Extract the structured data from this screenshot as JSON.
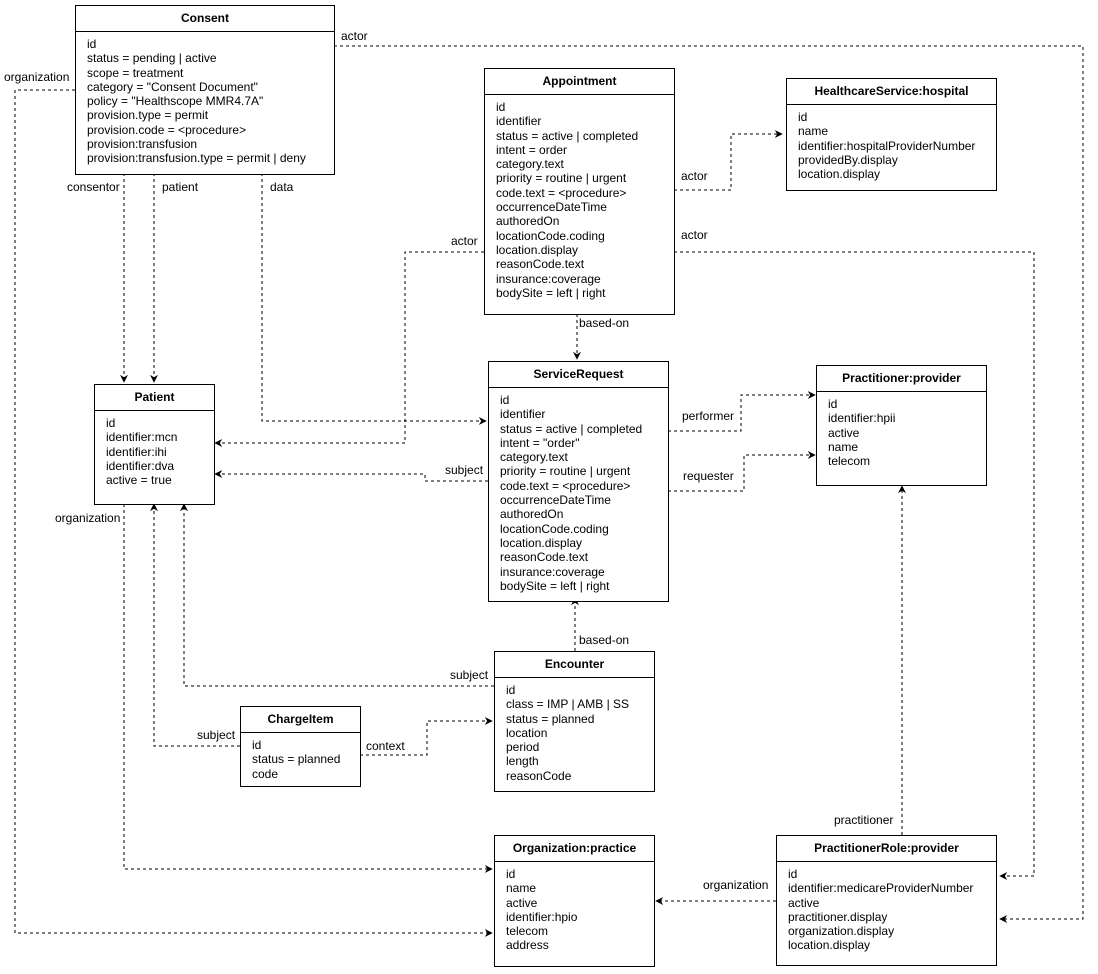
{
  "entities": {
    "consent": {
      "title": "Consent",
      "fields": [
        "id",
        "status = pending | active",
        "scope = treatment",
        "category = \"Consent Document\"",
        "policy = \"Healthscope MMR4.7A\"",
        "provision.type = permit",
        "provision.code = <procedure>",
        "provision:transfusion",
        "provision:transfusion.type = permit | deny"
      ]
    },
    "appointment": {
      "title": "Appointment",
      "fields": [
        "id",
        "identifier",
        "status = active | completed",
        "intent = order",
        "category.text",
        "priority = routine | urgent",
        "code.text = <procedure>",
        "occurrenceDateTime",
        "authoredOn",
        "locationCode.coding",
        "location.display",
        "reasonCode.text",
        "insurance:coverage",
        "bodySite = left | right"
      ]
    },
    "healthcare_service": {
      "title": "HealthcareService:hospital",
      "fields": [
        "id",
        "name",
        "identifier:hospitalProviderNumber",
        "providedBy.display",
        "location.display"
      ]
    },
    "patient": {
      "title": "Patient",
      "fields": [
        "id",
        "identifier:mcn",
        "identifier:ihi",
        "identifier:dva",
        "active = true"
      ]
    },
    "service_request": {
      "title": "ServiceRequest",
      "fields": [
        "id",
        "identifier",
        "status = active | completed",
        "intent = \"order\"",
        "category.text",
        "priority = routine | urgent",
        "code.text = <procedure>",
        "occurrenceDateTime",
        "authoredOn",
        "locationCode.coding",
        "location.display",
        "reasonCode.text",
        "insurance:coverage",
        "bodySite = left | right"
      ]
    },
    "practitioner": {
      "title": "Practitioner:provider",
      "fields": [
        "id",
        "identifier:hpii",
        "active",
        "name",
        "telecom"
      ]
    },
    "encounter": {
      "title": "Encounter",
      "fields": [
        "id",
        "class = IMP | AMB | SS",
        "status = planned",
        "location",
        "period",
        "length",
        "reasonCode"
      ]
    },
    "charge_item": {
      "title": "ChargeItem",
      "fields": [
        "id",
        "status = planned",
        "code"
      ]
    },
    "organization": {
      "title": "Organization:practice",
      "fields": [
        "id",
        "name",
        "active",
        "identifier:hpio",
        "telecom",
        "address"
      ]
    },
    "practitioner_role": {
      "title": "PractitionerRole:provider",
      "fields": [
        "id",
        "identifier:medicareProviderNumber",
        "active",
        "practitioner.display",
        "organization.display",
        "location.display"
      ]
    }
  },
  "edges": [
    {
      "id": "consent-actor",
      "from": "Consent",
      "to": "PractitionerRole:provider",
      "label": "actor"
    },
    {
      "id": "consent-organization",
      "from": "Consent",
      "to": "Organization:practice",
      "label": "organization"
    },
    {
      "id": "consent-consentor",
      "from": "Consent",
      "to": "Patient",
      "label": "consentor"
    },
    {
      "id": "consent-patient",
      "from": "Consent",
      "to": "Patient",
      "label": "patient"
    },
    {
      "id": "consent-data",
      "from": "Consent",
      "to": "ServiceRequest",
      "label": "data"
    },
    {
      "id": "appointment-actor-hospital",
      "from": "Appointment",
      "to": "HealthcareService:hospital",
      "label": "actor"
    },
    {
      "id": "appointment-actor-role",
      "from": "Appointment",
      "to": "PractitionerRole:provider",
      "label": "actor"
    },
    {
      "id": "appointment-actor-patient",
      "from": "Appointment",
      "to": "Patient",
      "label": "actor"
    },
    {
      "id": "appointment-based-on",
      "from": "Appointment",
      "to": "ServiceRequest",
      "label": "based-on"
    },
    {
      "id": "sr-performer",
      "from": "ServiceRequest",
      "to": "Practitioner:provider",
      "label": "performer"
    },
    {
      "id": "sr-requester",
      "from": "ServiceRequest",
      "to": "Practitioner:provider",
      "label": "requester"
    },
    {
      "id": "sr-subject",
      "from": "ServiceRequest",
      "to": "Patient",
      "label": "subject"
    },
    {
      "id": "encounter-based-on",
      "from": "Encounter",
      "to": "ServiceRequest",
      "label": "based-on"
    },
    {
      "id": "encounter-subject",
      "from": "Encounter",
      "to": "Patient",
      "label": "subject"
    },
    {
      "id": "chargeitem-subject",
      "from": "ChargeItem",
      "to": "Patient",
      "label": "subject"
    },
    {
      "id": "chargeitem-context",
      "from": "ChargeItem",
      "to": "Encounter",
      "label": "context"
    },
    {
      "id": "patient-organization",
      "from": "Patient",
      "to": "Organization:practice",
      "label": "organization"
    },
    {
      "id": "role-practitioner",
      "from": "PractitionerRole:provider",
      "to": "Practitioner:provider",
      "label": "practitioner"
    },
    {
      "id": "role-organization",
      "from": "PractitionerRole:provider",
      "to": "Organization:practice",
      "label": "organization"
    }
  ]
}
